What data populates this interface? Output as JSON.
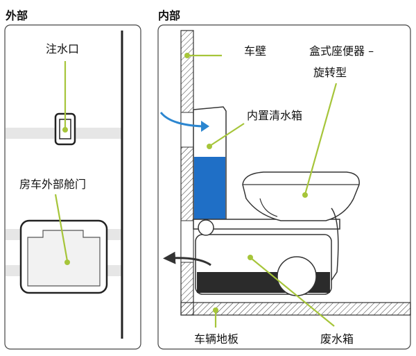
{
  "colors": {
    "leader": "#a6c53a",
    "leader_dot": "#a6c53a",
    "water": "#1f6fc6",
    "arrow_blue": "#2b86d0",
    "arrow_dark": "#333333",
    "waste": "#2b2b2b",
    "panel_border": "#444444",
    "stripe": "#e6e6e6"
  },
  "exterior": {
    "heading": "外部",
    "inlet_label": "注水口",
    "door_label": "房车外部舱门"
  },
  "interior": {
    "heading": "内部",
    "wall_label": "车壁",
    "toilet_label_line1": "盒式座便器 –",
    "toilet_label_line2": "旋转型",
    "fresh_tank_label": "内置清水箱",
    "floor_label": "车辆地板",
    "waste_tank_label": "废水箱"
  }
}
